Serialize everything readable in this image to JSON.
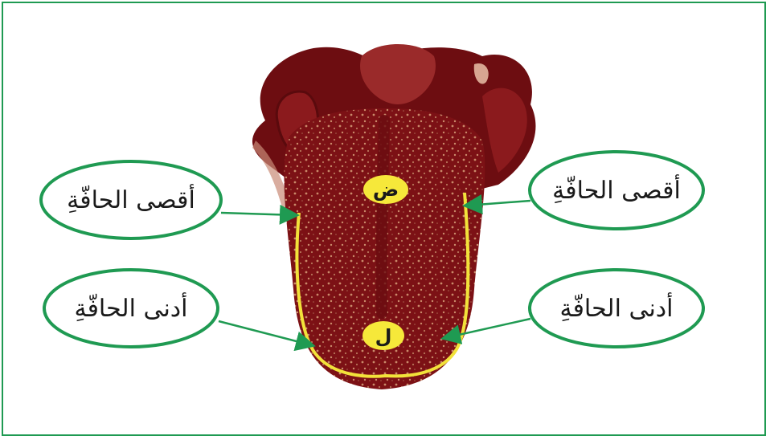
{
  "colors": {
    "frame": "#1f9a52",
    "ellipse_stroke": "#1f9a52",
    "arrow": "#1f9a52",
    "tongue": "#7c1115",
    "tongue_dark": "#5a0a0d",
    "texture": "#c98a6a",
    "edge_line": "#f2e23a",
    "marker_fill": "#f6e83a"
  },
  "labels": {
    "top_left": "أقصى الحافّةِ",
    "top_right": "أقصى الحافّةِ",
    "bottom_left": "أدنى الحافّةِ",
    "bottom_right": "أدنى الحافّةِ"
  },
  "markers": {
    "upper": "ض",
    "lower": "ل"
  }
}
